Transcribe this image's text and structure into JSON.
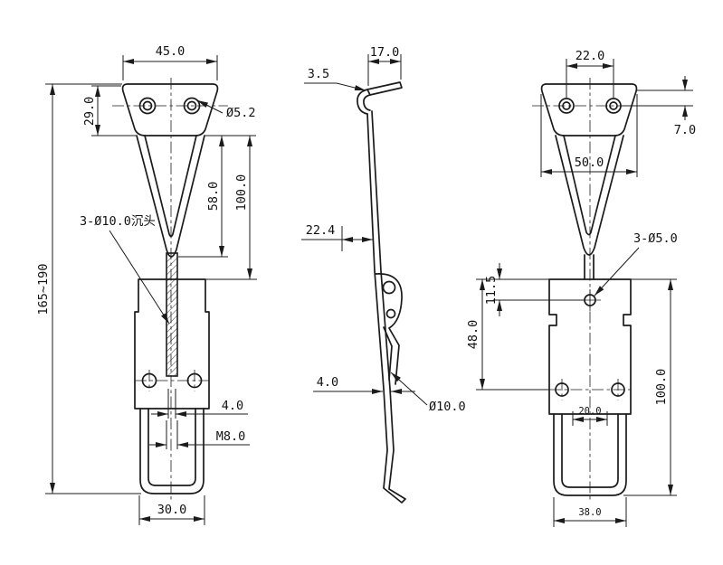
{
  "title": "Toggle latch clamp technical drawing, three views",
  "views": {
    "front": {
      "dims": {
        "top_width": "45.0",
        "plate_height": "29.0",
        "top_hole": "Ø5.2",
        "bail_height": "58.0",
        "upper_length": "100.0",
        "countersunk_note": "3-Ø10.0沉头",
        "overall_length": "165~190",
        "slot_width": "4.0",
        "thread": "M8.0",
        "bail_width": "30.0"
      }
    },
    "side": {
      "dims": {
        "plate_thickness": "3.5",
        "tab_width": "17.0",
        "lever_offset": "22.4",
        "lever_thickness": "4.0",
        "wire_dia": "Ø10.0"
      }
    },
    "back": {
      "dims": {
        "hole_spacing": "22.0",
        "hole_edge_offset": "7.0",
        "plate_width": "50.0",
        "mount_holes_note": "3-Ø5.0",
        "hole_top_offset": "11.5",
        "body_hole_span": "48.0",
        "body_length": "100.0",
        "bail_inner_width": "20.0",
        "bail_outer_width": "38.0"
      }
    }
  },
  "colors": {
    "line": "#1b1b1b",
    "background": "#ffffff"
  }
}
